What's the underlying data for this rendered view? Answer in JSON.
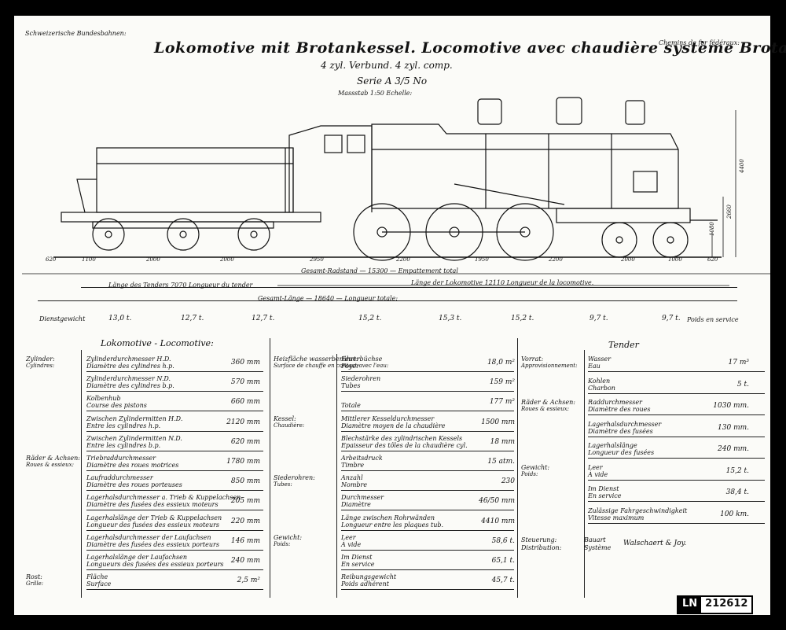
{
  "header": {
    "left": "Schweizerische Bundesbahnen:",
    "right": "Chemins de fer fédéraux:",
    "title": "Lokomotive mit Brotankessel. Locomotive avec chaudière système Brotan:",
    "subtitle": "4 zyl. Verbund. 4 zyl. comp.",
    "series": "Serie A 3/5 No",
    "scale": "Massstab 1:50 Echelle:"
  },
  "drawing": {
    "dims": [
      "620",
      "1100",
      "2000",
      "2000",
      "2950",
      "2200",
      "1950",
      "2200",
      "2000",
      "1000",
      "620"
    ],
    "height_dims": [
      "4400",
      "2660",
      "1080"
    ],
    "wheelbase": "Gesamt-Radstand — 15300 — Empattement total",
    "tender_length": "Länge des Tenders 7070 Longueur du tender",
    "loco_length": "Länge der Lokomotive 12110 Longueur de la locomotive.",
    "total_length": "Gesamt-Länge — 18640 — Longueur totale:"
  },
  "axle_loads": {
    "label": "Dienstgewicht",
    "label_fr": "Poids en service",
    "values": [
      "13,0 t.",
      "12,7 t.",
      "12,7 t.",
      "15,2 t.",
      "15,3 t.",
      "15,2 t.",
      "9,7 t.",
      "9,7 t."
    ]
  },
  "loco_heading": "Lokomotive - Locomotive:",
  "tender_heading": "Tender",
  "col1": [
    {
      "group": "Zylinder:",
      "group_fr": "Cylindres:",
      "de": "Zylinderdurchmesser H.D.",
      "fr": "Diamètre des cylindres h.p.",
      "val": "360 mm"
    },
    {
      "group": "",
      "group_fr": "",
      "de": "Zylinderdurchmesser N.D.",
      "fr": "Diamètre des cylindres b.p.",
      "val": "570 mm"
    },
    {
      "group": "",
      "group_fr": "",
      "de": "Kolbenhub",
      "fr": "Course des pistons",
      "val": "660 mm"
    },
    {
      "group": "",
      "group_fr": "",
      "de": "Zwischen Zylindermitten H.D.",
      "fr": "Entre les cylindres h.p.",
      "val": "2120 mm"
    },
    {
      "group": "",
      "group_fr": "",
      "de": "Zwischen Zylindermitten N.D.",
      "fr": "Entre les cylindres b.p.",
      "val": "620 mm"
    },
    {
      "group": "Räder & Achsen:",
      "group_fr": "Roues & essieux:",
      "de": "Triebraddurchmesser",
      "fr": "Diamètre des roues motrices",
      "val": "1780 mm"
    },
    {
      "group": "",
      "group_fr": "",
      "de": "Laufraddurchmesser",
      "fr": "Diamètre des roues porteuses",
      "val": "850 mm"
    },
    {
      "group": "",
      "group_fr": "",
      "de": "Lagerhalsdurchmesser a. Trieb & Kuppelachsen",
      "fr": "Diamètre des fusées des essieux moteurs",
      "val": "205 mm"
    },
    {
      "group": "",
      "group_fr": "",
      "de": "Lagerhalslänge der Trieb & Kuppelachsen",
      "fr": "Longueur des fusées des essieux moteurs",
      "val": "220 mm"
    },
    {
      "group": "",
      "group_fr": "",
      "de": "Lagerhalsdurchmesser der Laufachsen",
      "fr": "Diamètre des fusées des essieux porteurs",
      "val": "146 mm"
    },
    {
      "group": "",
      "group_fr": "",
      "de": "Lagerhalslänge der Laufachsen",
      "fr": "Longueurs des fusées des essieux porteurs",
      "val": "240 mm"
    },
    {
      "group": "Rost:",
      "group_fr": "Grille:",
      "de": "Fläche",
      "fr": "Surface",
      "val": "2,5 m²"
    }
  ],
  "col2": [
    {
      "group": "Heizfläche wasserberührt:",
      "group_fr": "Surface de chauffe en contact avec l'eau:",
      "de": "Feuerbüchse",
      "fr": "Foyer",
      "val": "18,0 m²"
    },
    {
      "group": "",
      "group_fr": "",
      "de": "Siederohren",
      "fr": "Tubes",
      "val": "159 m²"
    },
    {
      "group": "",
      "group_fr": "",
      "de": "",
      "fr": "Totale",
      "val": "177 m²"
    },
    {
      "group": "Kessel:",
      "group_fr": "Chaudière:",
      "de": "Mittlerer Kesseldurchmesser",
      "fr": "Diamètre moyen de la chaudière",
      "val": "1500 mm"
    },
    {
      "group": "",
      "group_fr": "",
      "de": "Blechstärke des zylindrischen Kessels",
      "fr": "Epaisseur des tôles de la chaudière cyl.",
      "val": "18 mm"
    },
    {
      "group": "",
      "group_fr": "",
      "de": "Arbeitsdruck",
      "fr": "Timbre",
      "val": "15 atm."
    },
    {
      "group": "Siederohren:",
      "group_fr": "Tubes:",
      "de": "Anzahl",
      "fr": "Nombre",
      "val": "230"
    },
    {
      "group": "",
      "group_fr": "",
      "de": "Durchmesser",
      "fr": "Diamètre",
      "val": "46/50 mm"
    },
    {
      "group": "",
      "group_fr": "",
      "de": "Länge zwischen Rohrwänden",
      "fr": "Longueur entre les plaques tub.",
      "val": "4410 mm"
    },
    {
      "group": "Gewicht:",
      "group_fr": "Poids:",
      "de": "Leer",
      "fr": "À vide",
      "val": "58,6 t."
    },
    {
      "group": "",
      "group_fr": "",
      "de": "Im Dienst",
      "fr": "En service",
      "val": "65,1 t."
    },
    {
      "group": "",
      "group_fr": "",
      "de": "Reibungsgewicht",
      "fr": "Poids adhérent",
      "val": "45,7 t."
    }
  ],
  "col3": [
    {
      "group": "Vorrat:",
      "group_fr": "Approvisionnement:",
      "de": "Wasser",
      "fr": "Eau",
      "val": "17 m³"
    },
    {
      "group": "",
      "group_fr": "",
      "de": "Kohlen",
      "fr": "Charbon",
      "val": "5 t."
    },
    {
      "group": "Räder & Achsen:",
      "group_fr": "Roues & essieux:",
      "de": "Raddurchmesser",
      "fr": "Diamètre des roues",
      "val": "1030 mm."
    },
    {
      "group": "",
      "group_fr": "",
      "de": "Lagerhalsdurchmesser",
      "fr": "Diamètre des fusées",
      "val": "130 mm."
    },
    {
      "group": "",
      "group_fr": "",
      "de": "Lagerhalslänge",
      "fr": "Longueur des fusées",
      "val": "240 mm."
    },
    {
      "group": "Gewicht:",
      "group_fr": "Poids:",
      "de": "Leer",
      "fr": "À vide",
      "val": "15,2 t."
    },
    {
      "group": "",
      "group_fr": "",
      "de": "Im Dienst",
      "fr": "En service",
      "val": "38,4 t."
    },
    {
      "group": "",
      "group_fr": "",
      "de": "Zulässige Fahrgeschwindigkeit",
      "fr": "Vitesse maximum",
      "val": "100 km."
    }
  ],
  "steering": {
    "de": "Steuerung:",
    "fr": "Distribution:",
    "type_de": "Bauart",
    "type_fr": "Système",
    "value": "Walschaert & Joy."
  },
  "stamp": {
    "prefix": "LN",
    "number": "212612"
  }
}
